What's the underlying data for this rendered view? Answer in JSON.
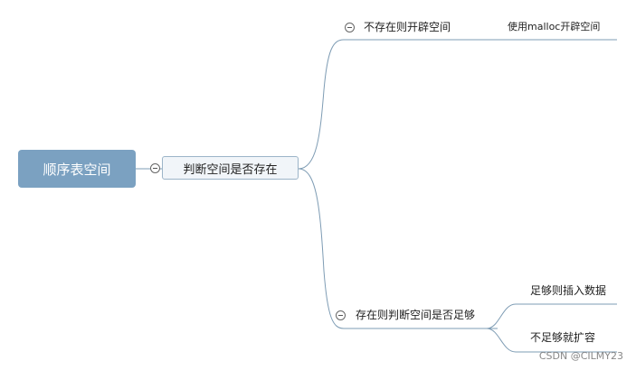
{
  "mindmap": {
    "root": {
      "label": "顺序表空间"
    },
    "main": {
      "label": "判断空间是否存在"
    },
    "branch_upper": {
      "label": "不存在则开辟空间",
      "child": "使用malloc开辟空间"
    },
    "branch_lower": {
      "label": "存在则判断空间是否足够",
      "children": [
        "足够则插入数据",
        "不足够就扩容"
      ]
    }
  },
  "watermark": "CSDN @CILMY23",
  "colors": {
    "root_fill": "#7ba1c1",
    "main_fill": "#f1f5f9",
    "main_border": "#9cb4c8",
    "connector": "#7e9cb4"
  },
  "icons": {
    "collapse": "minus-circle-icon"
  }
}
